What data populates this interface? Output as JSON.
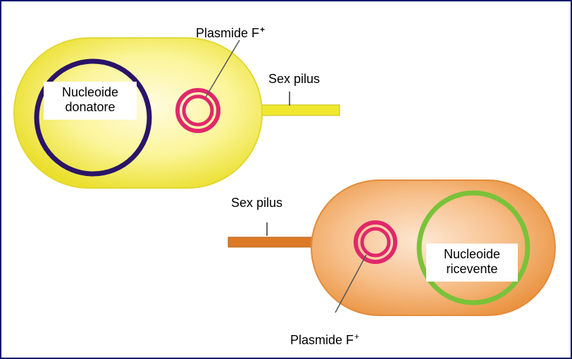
{
  "donor": {
    "nucleoid_line1": "Nucleoide",
    "nucleoid_line2": "donatore",
    "plasmid_label": "Plasmide F",
    "plasmid_sup": "+",
    "pilus_label": "Sex pilus"
  },
  "recipient": {
    "nucleoid_line1": "Nucleoide",
    "nucleoid_line2": "ricevente",
    "plasmid_label": "Plasmide F",
    "plasmid_sup": "+",
    "pilus_label": "Sex pilus"
  },
  "colors": {
    "frame": "#0a1a6a",
    "donor_cell": "#f4ee3a",
    "donor_chromosome": "#2a1468",
    "recipient_cell": "#f0a050",
    "recipient_chromosome": "#7ac23a",
    "plasmid": "#e02a6a"
  }
}
